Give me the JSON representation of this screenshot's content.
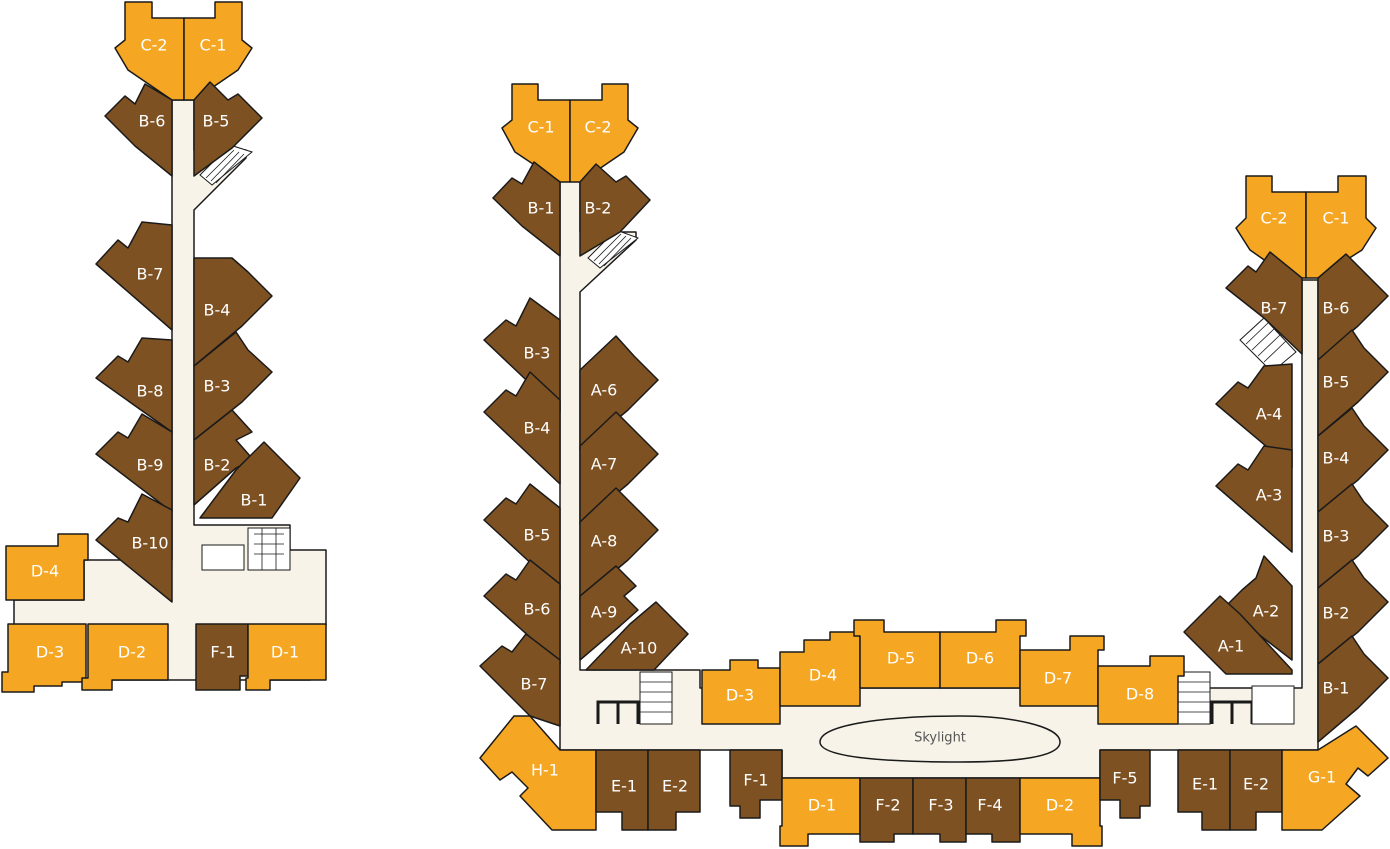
{
  "colors": {
    "brown": "#7e5122",
    "orange": "#f5a623",
    "hall": "#f7f3e8",
    "outline": "#1a1a1a"
  },
  "skylight": {
    "label": "Skylight"
  },
  "left_building": {
    "units": [
      {
        "id": "C-2",
        "tone": "orange"
      },
      {
        "id": "C-1",
        "tone": "orange"
      },
      {
        "id": "B-6",
        "tone": "brown"
      },
      {
        "id": "B-5",
        "tone": "brown"
      },
      {
        "id": "B-7",
        "tone": "brown"
      },
      {
        "id": "B-4",
        "tone": "brown"
      },
      {
        "id": "B-8",
        "tone": "brown"
      },
      {
        "id": "B-3",
        "tone": "brown"
      },
      {
        "id": "B-9",
        "tone": "brown"
      },
      {
        "id": "B-2",
        "tone": "brown"
      },
      {
        "id": "B-1",
        "tone": "brown"
      },
      {
        "id": "B-10",
        "tone": "brown"
      },
      {
        "id": "D-4",
        "tone": "orange"
      },
      {
        "id": "D-3",
        "tone": "orange"
      },
      {
        "id": "D-2",
        "tone": "orange"
      },
      {
        "id": "F-1",
        "tone": "brown"
      },
      {
        "id": "D-1",
        "tone": "orange"
      }
    ]
  },
  "right_building": {
    "units": [
      {
        "id": "C-1",
        "tone": "orange"
      },
      {
        "id": "C-2",
        "tone": "orange"
      },
      {
        "id": "B-1",
        "tone": "brown"
      },
      {
        "id": "B-2",
        "tone": "brown"
      },
      {
        "id": "B-3",
        "tone": "brown"
      },
      {
        "id": "A-6",
        "tone": "brown"
      },
      {
        "id": "B-4",
        "tone": "brown"
      },
      {
        "id": "A-7",
        "tone": "brown"
      },
      {
        "id": "B-5",
        "tone": "brown"
      },
      {
        "id": "A-8",
        "tone": "brown"
      },
      {
        "id": "B-6",
        "tone": "brown"
      },
      {
        "id": "A-9",
        "tone": "brown"
      },
      {
        "id": "A-10",
        "tone": "brown"
      },
      {
        "id": "B-7",
        "tone": "brown"
      },
      {
        "id": "H-1",
        "tone": "orange"
      },
      {
        "id": "E-1",
        "tone": "brown"
      },
      {
        "id": "E-2",
        "tone": "brown"
      },
      {
        "id": "D-3",
        "tone": "orange"
      },
      {
        "id": "D-4",
        "tone": "orange"
      },
      {
        "id": "D-5",
        "tone": "orange"
      },
      {
        "id": "D-6",
        "tone": "orange"
      },
      {
        "id": "D-7",
        "tone": "orange"
      },
      {
        "id": "D-8",
        "tone": "orange"
      },
      {
        "id": "F-1",
        "tone": "brown"
      },
      {
        "id": "D-1",
        "tone": "orange"
      },
      {
        "id": "F-2",
        "tone": "brown"
      },
      {
        "id": "F-3",
        "tone": "brown"
      },
      {
        "id": "F-4",
        "tone": "brown"
      },
      {
        "id": "D-2",
        "tone": "orange"
      },
      {
        "id": "F-5",
        "tone": "brown"
      },
      {
        "id": "E-1",
        "tone": "brown"
      },
      {
        "id": "E-2",
        "tone": "brown"
      },
      {
        "id": "G-1",
        "tone": "orange"
      }
    ]
  },
  "east_wing": {
    "units": [
      {
        "id": "C-2",
        "tone": "orange"
      },
      {
        "id": "C-1",
        "tone": "orange"
      },
      {
        "id": "B-7",
        "tone": "brown"
      },
      {
        "id": "B-6",
        "tone": "brown"
      },
      {
        "id": "B-5",
        "tone": "brown"
      },
      {
        "id": "A-4",
        "tone": "brown"
      },
      {
        "id": "B-4",
        "tone": "brown"
      },
      {
        "id": "A-3",
        "tone": "brown"
      },
      {
        "id": "B-3",
        "tone": "brown"
      },
      {
        "id": "A-2",
        "tone": "brown"
      },
      {
        "id": "B-2",
        "tone": "brown"
      },
      {
        "id": "A-1",
        "tone": "brown"
      },
      {
        "id": "B-1",
        "tone": "brown"
      }
    ]
  }
}
